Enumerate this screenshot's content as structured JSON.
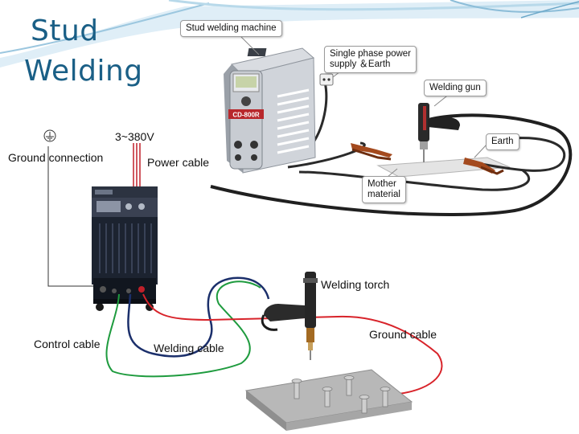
{
  "slide": {
    "title_line1": "Stud",
    "title_line2": "Welding"
  },
  "top_photo_callouts": {
    "machine": "Stud welding machine",
    "machine_model": "CD-800R",
    "power_supply_line1": "Single phase power",
    "power_supply_line2": "supply ＆Earth",
    "welding_gun": "Welding gun",
    "earth": "Earth",
    "mother_material_line1": "Mother",
    "mother_material_line2": "material"
  },
  "diagram_labels": {
    "voltage": "3~380V",
    "ground_connection": "Ground connection",
    "power_cable": "Power cable",
    "welding_torch": "Welding torch",
    "ground_cable": "Ground cable",
    "control_cable": "Control cable",
    "welding_cable": "Welding cable"
  },
  "colors": {
    "title": "#1a5f86",
    "power_cable": "#c0202a",
    "ground_cable": "#d8232a",
    "control_cable": "#1e9b3e",
    "welding_cable": "#1b2f6b",
    "machine_body": "#1c2330"
  },
  "icons": {
    "ground_symbol": "ground-symbol-icon"
  }
}
